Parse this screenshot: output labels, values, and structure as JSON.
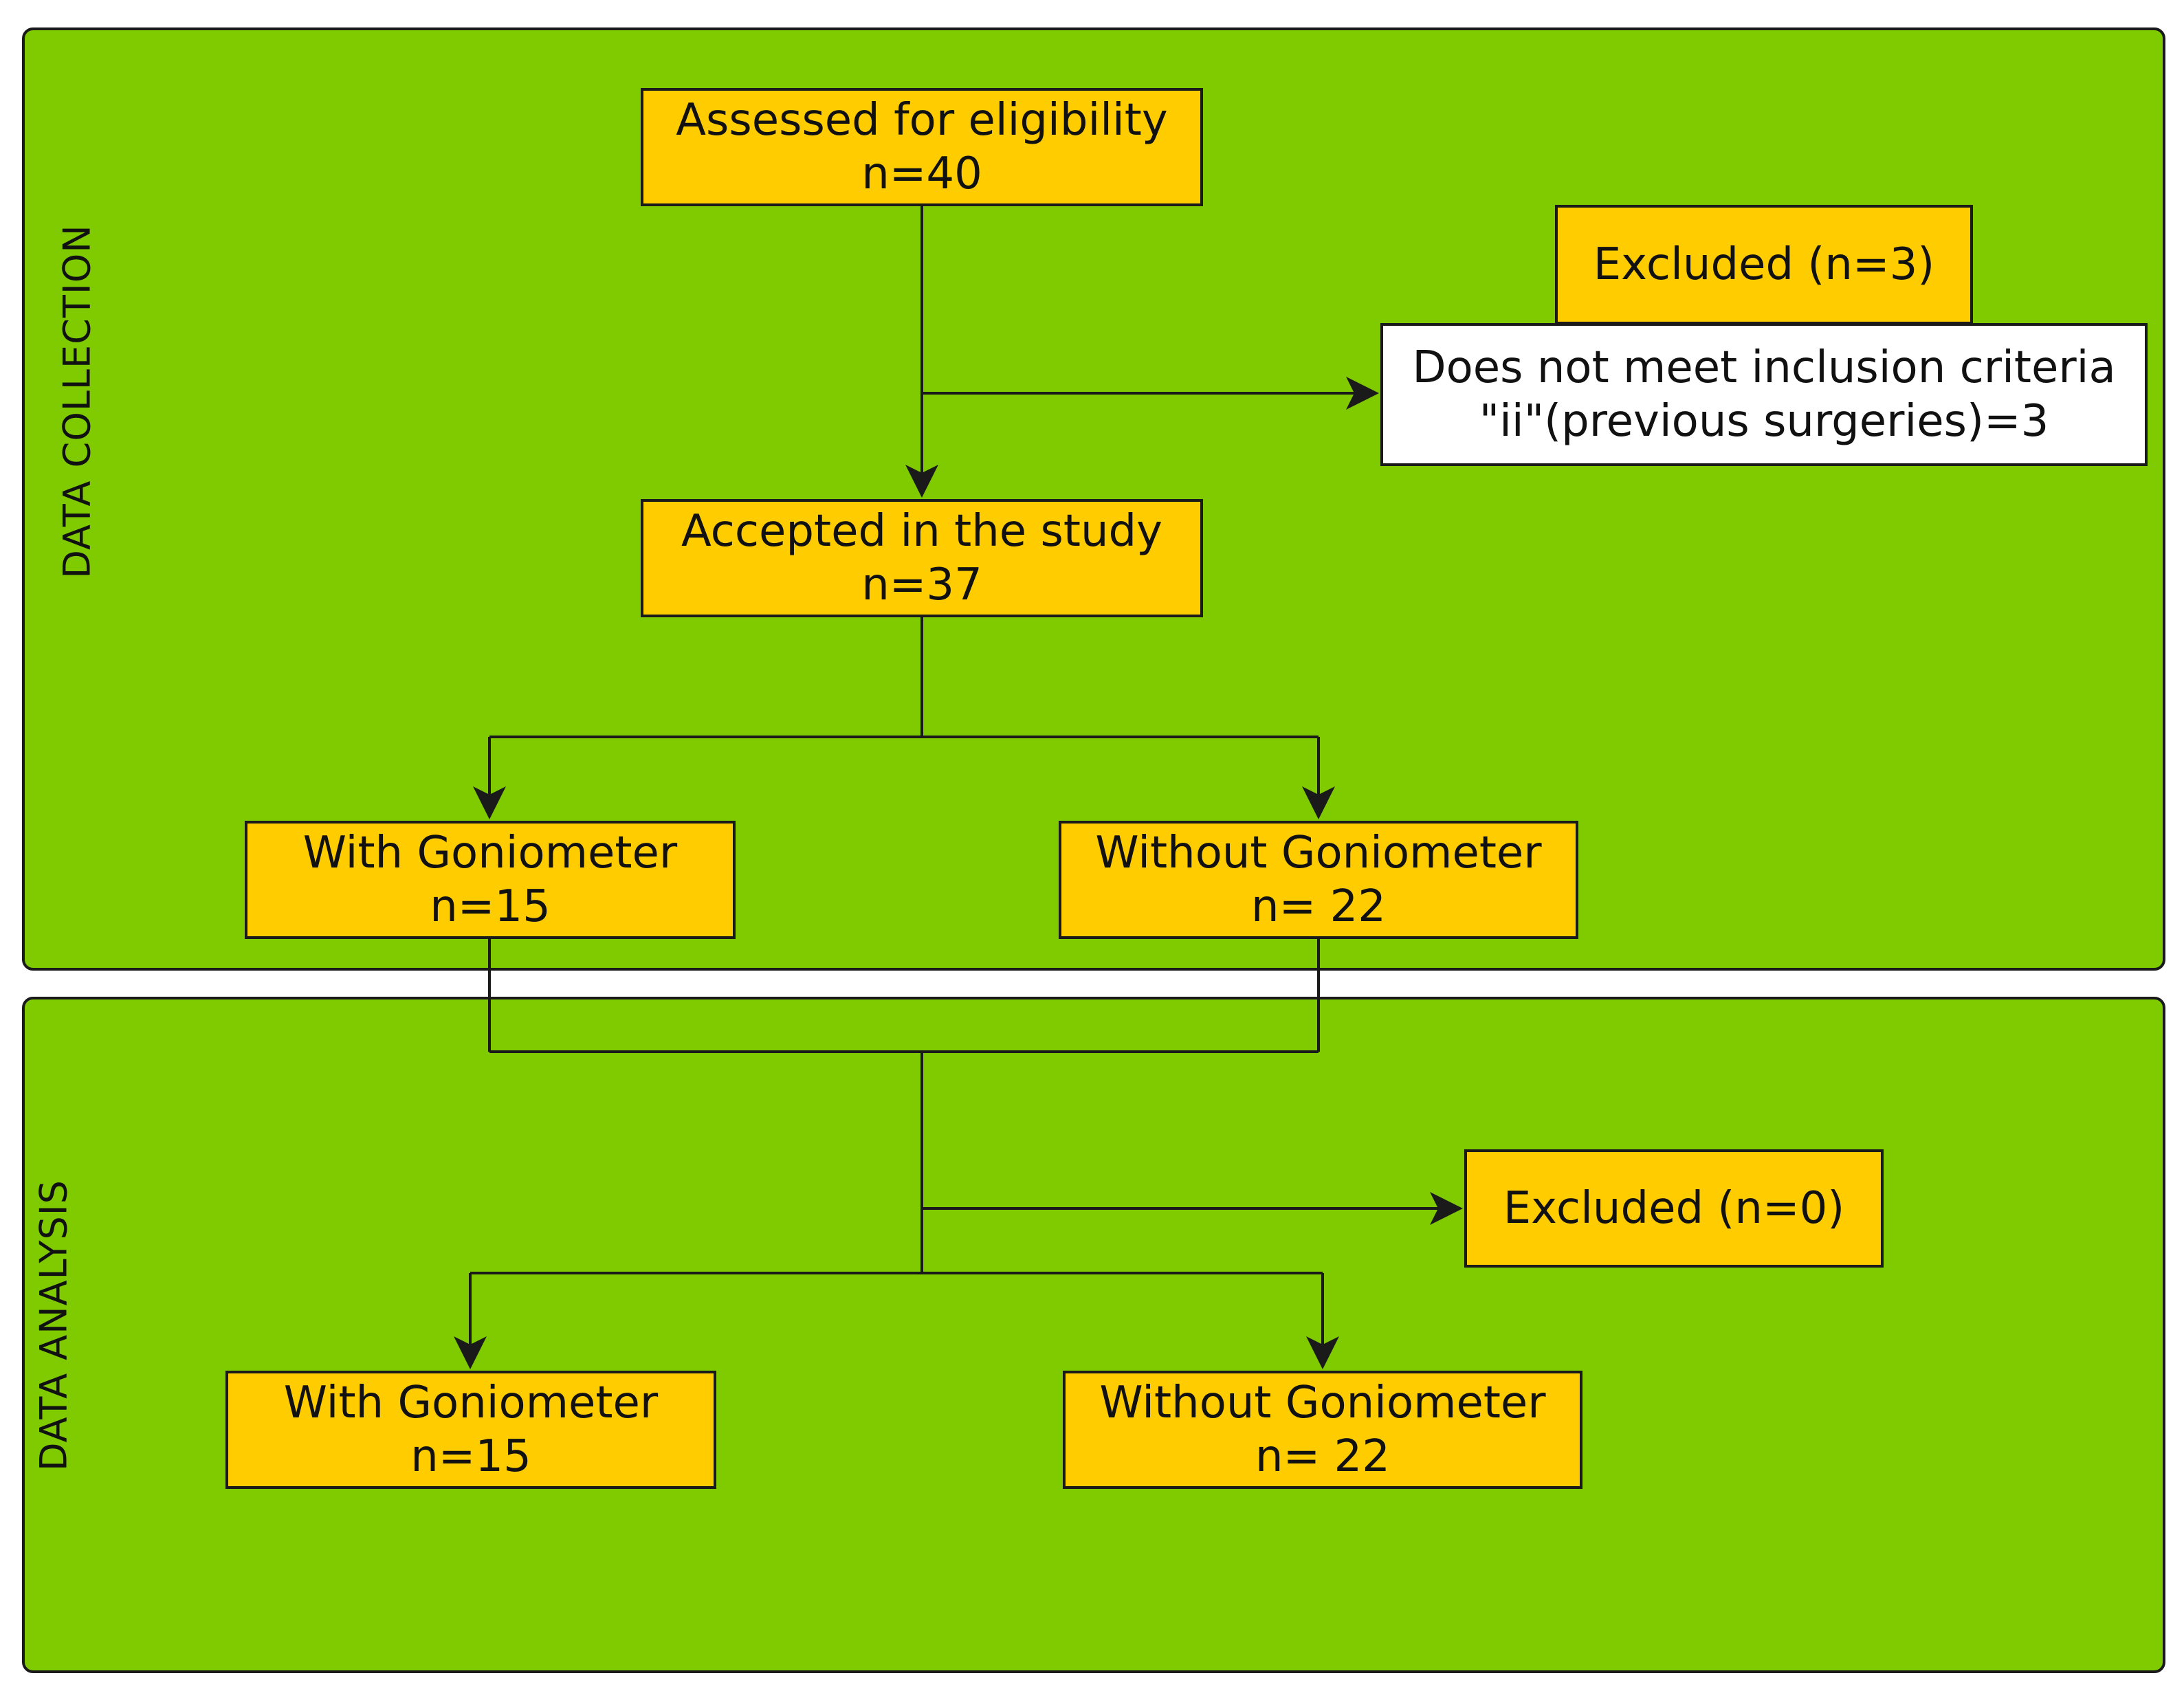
{
  "panels": {
    "collection_label": "DATA COLLECTION",
    "analysis_label": "DATA ANALYSIS"
  },
  "boxes": {
    "assessed": {
      "line1": "Assessed for eligibility",
      "line2": "n=40"
    },
    "excluded_collection": {
      "line1": "Excluded (n=3)"
    },
    "criteria": {
      "line1": "Does not meet inclusion criteria",
      "line2": "\"ii\"(previous surgeries)=3"
    },
    "accepted": {
      "line1": "Accepted in the study",
      "line2": "n=37"
    },
    "with_goniometer_collection": {
      "line1": "With Goniometer",
      "line2": "n=15"
    },
    "without_goniometer_collection": {
      "line1": "Without Goniometer",
      "line2": "n= 22"
    },
    "excluded_analysis": {
      "line1": "Excluded (n=0)"
    },
    "with_goniometer_analysis": {
      "line1": "With Goniometer",
      "line2": "n=15"
    },
    "without_goniometer_analysis": {
      "line1": "Without Goniometer",
      "line2": "n= 22"
    }
  },
  "colors": {
    "panel_green": "#7fcb00",
    "box_yellow": "#ffcc00",
    "box_white": "#ffffff",
    "line": "#1a1a1a"
  }
}
